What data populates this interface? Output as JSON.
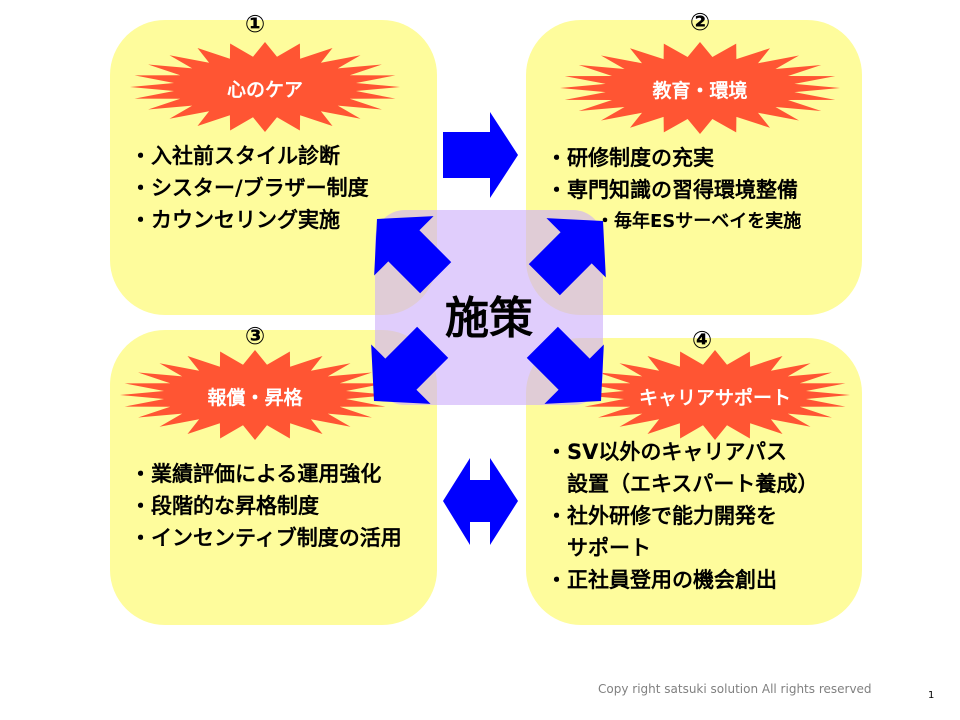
{
  "center_title": "施策",
  "colors": {
    "box": "#FEFC9C",
    "burst": "#FF5533",
    "arrow": "#0000FF",
    "center": "#D8C4F8"
  },
  "quadrants": [
    {
      "number": "①",
      "title": "心のケア",
      "items": [
        "・入社前スタイル診断",
        "・シスター/ブラザー制度",
        "・カウンセリング実施"
      ]
    },
    {
      "number": "②",
      "title": "教育・環境",
      "items": [
        "・研修制度の充実",
        "・専門知識の習得環境整備"
      ],
      "sub_item": "・毎年ESサーベイを実施"
    },
    {
      "number": "③",
      "title": "報償・昇格",
      "items": [
        "・業績評価による運用強化",
        "・段階的な昇格制度",
        "・インセンティブ制度の活用"
      ]
    },
    {
      "number": "④",
      "title": "キャリアサポート",
      "items": [
        "・SV以外のキャリアパス",
        "　設置（エキスパート養成）",
        "・社外研修で能力開発を",
        "　サポート",
        "・正社員登用の機会創出"
      ]
    }
  ],
  "footer": "Copy right satsuki solution All rights reserved",
  "page_number": "1"
}
